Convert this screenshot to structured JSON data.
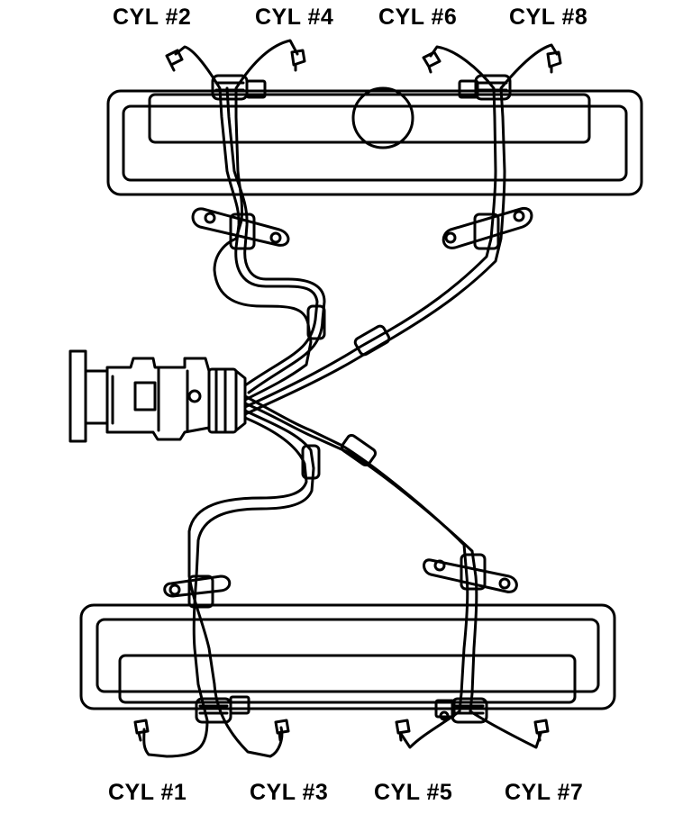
{
  "labels": {
    "cyl2": "CYL #2",
    "cyl4": "CYL #4",
    "cyl6": "CYL #6",
    "cyl8": "CYL #8",
    "cyl1": "CYL #1",
    "cyl3": "CYL #3",
    "cyl5": "CYL #5",
    "cyl7": "CYL #7"
  }
}
